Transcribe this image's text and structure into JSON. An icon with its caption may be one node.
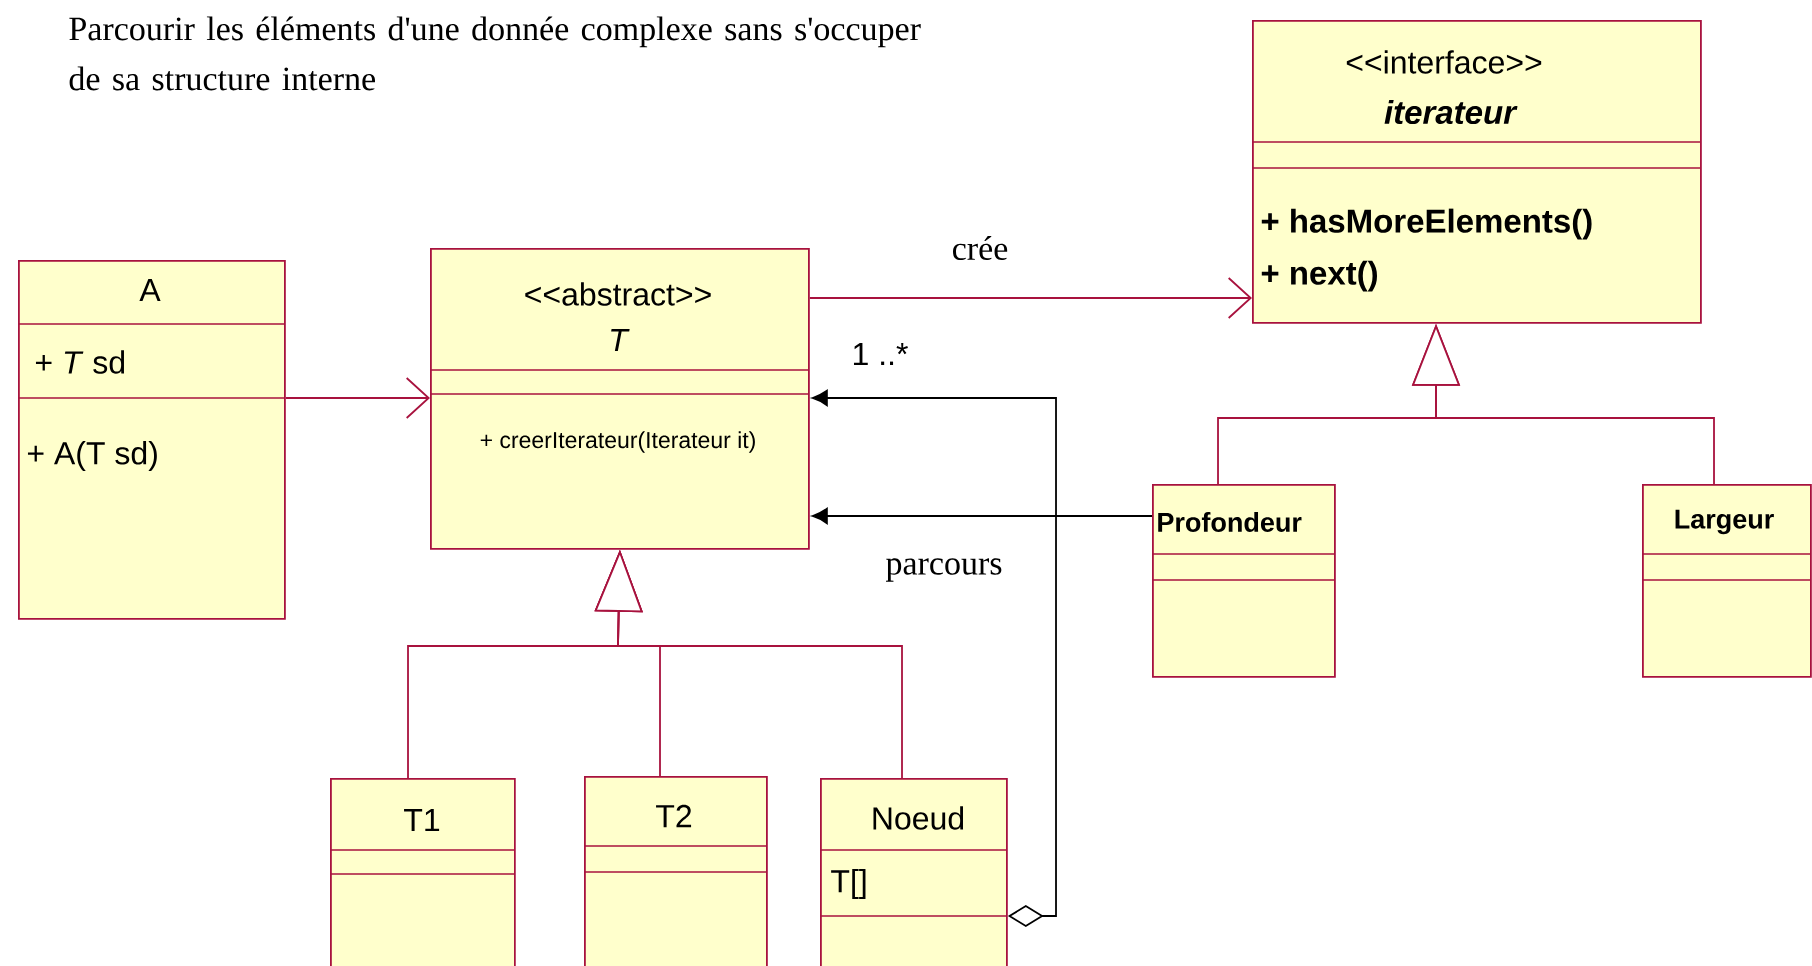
{
  "diagram": {
    "nodes": [
      {
        "text": [
          "A",
          "+ *T* sd",
          "+ A(T sd)"
        ]
      },
      {
        "text": [
          "<<abstract>>",
          "T",
          "+ creerIterateur(Iterateur it)"
        ]
      },
      {
        "text": [
          "<<interface>>",
          "iterateur",
          "+ hasMoreElements()",
          "+ next()"
        ]
      },
      {
        "text": [
          "Profondeur"
        ]
      },
      {
        "text": [
          "Largeur"
        ]
      },
      {
        "text": [
          "T1"
        ]
      },
      {
        "text": [
          "T2"
        ]
      },
      {
        "text": [
          "Noeud",
          "T[]"
        ]
      }
    ],
    "edges": [
      {
        "from": 0,
        "to": 1,
        "arrow": "to"
      },
      {
        "from": 1,
        "to": 2,
        "arrow": "to",
        "label": "crée"
      },
      {
        "from": 3,
        "to": 1,
        "arrow": "to",
        "label": "parcours",
        "color": "#000000"
      },
      {
        "from": 7,
        "to": 1,
        "arrow": "to",
        "label": "1 ..*",
        "color": "#000000"
      },
      {
        "from": 5,
        "to": 1,
        "arrow": "to"
      },
      {
        "from": 6,
        "to": 1,
        "arrow": "to"
      },
      {
        "from": 7,
        "to": 1,
        "arrow": "to"
      },
      {
        "from": 3,
        "to": 2,
        "arrow": "to"
      },
      {
        "from": 4,
        "to": 2,
        "arrow": "to"
      }
    ],
    "labels": [
      "Parcourir les éléments d'une donnée complexe sans s'occuper de sa structure interne"
    ]
  }
}
